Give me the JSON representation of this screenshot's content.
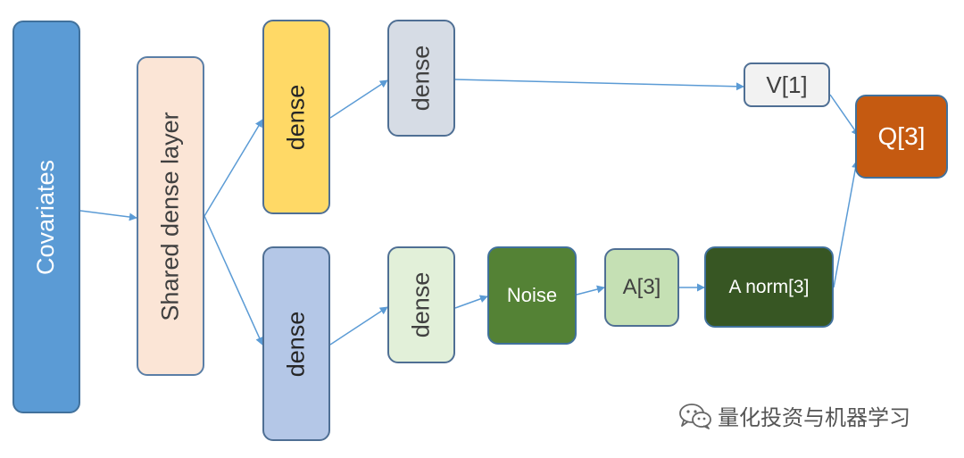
{
  "diagram": {
    "nodes": {
      "covariates": "Covariates",
      "shared": "Shared dense layer",
      "dense_upper_1": "dense",
      "dense_lower_1": "dense",
      "dense_upper_2": "dense",
      "dense_lower_2": "dense",
      "noise": "Noise",
      "advantage": "A[3]",
      "advantage_norm": "A norm[3]",
      "value": "V[1]",
      "q_output": "Q[3]"
    },
    "edges": [
      [
        "covariates",
        "shared"
      ],
      [
        "shared",
        "dense_upper_1"
      ],
      [
        "shared",
        "dense_lower_1"
      ],
      [
        "dense_upper_1",
        "dense_upper_2"
      ],
      [
        "dense_lower_1",
        "dense_lower_2"
      ],
      [
        "dense_upper_2",
        "value"
      ],
      [
        "dense_lower_2",
        "noise"
      ],
      [
        "noise",
        "advantage"
      ],
      [
        "advantage",
        "advantage_norm"
      ],
      [
        "value",
        "q_output"
      ],
      [
        "advantage_norm",
        "q_output"
      ]
    ],
    "colors": {
      "arrow": "#5b9bd5",
      "covariates": "#5b9bd5",
      "shared": "#fbe5d6",
      "dense_upper_1": "#ffd966",
      "dense_lower_1": "#b4c7e7",
      "noise": "#548235",
      "advantage_norm": "#375623",
      "q_output": "#c55a11"
    }
  },
  "watermark": {
    "icon": "wechat-icon",
    "text": "量化投资与机器学习"
  }
}
